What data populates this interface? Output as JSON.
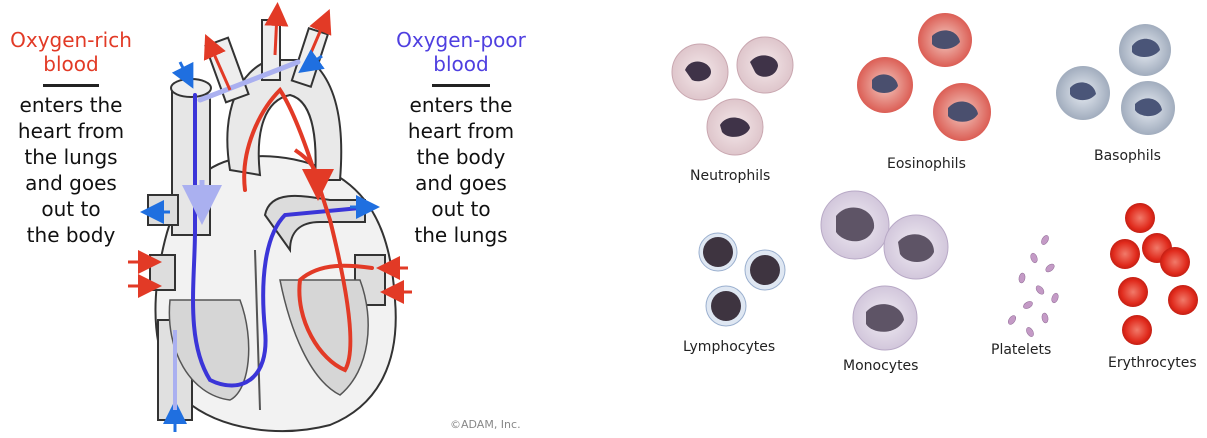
{
  "heart": {
    "oxygen_rich": {
      "heading": "Oxygen-rich\nblood",
      "description": "enters the\nheart from\nthe lungs\nand goes\nout to\nthe body",
      "color": "#e23a26"
    },
    "oxygen_poor": {
      "heading": "Oxygen-poor\nblood",
      "description": "enters the\nheart from\nthe body\nand goes\nout to\nthe lungs",
      "color": "#4f3fe0"
    },
    "copyright": "©ADAM, Inc."
  },
  "blood_cells": {
    "neutrophils": "Neutrophils",
    "eosinophils": "Eosinophils",
    "basophils": "Basophils",
    "lymphocytes": "Lymphocytes",
    "monocytes": "Monocytes",
    "platelets": "Platelets",
    "erythrocytes": "Erythrocytes"
  }
}
